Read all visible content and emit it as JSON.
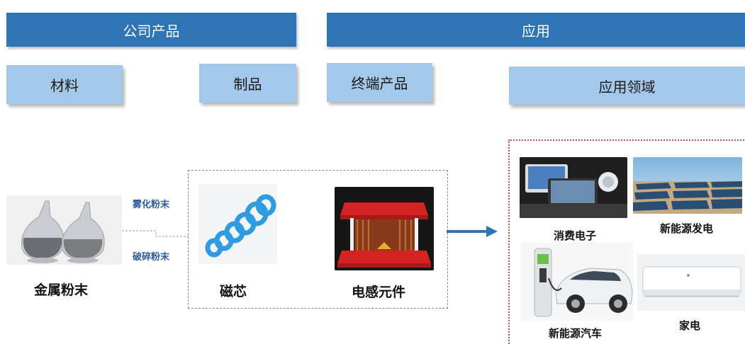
{
  "headers": {
    "company_products": "公司产品",
    "application": "应用"
  },
  "categories": {
    "materials": "材料",
    "products": "制品",
    "terminal_products": "终端产品",
    "application_fields": "应用领域"
  },
  "items": {
    "metal_powder": "金属粉末",
    "atomized_powder": "雾化粉末",
    "crushed_powder": "破碎粉末",
    "magnetic_core": "磁芯",
    "inductor": "电感元件"
  },
  "applications": {
    "consumer_electronics": "消费电子",
    "new_energy_power": "新能源发电",
    "new_energy_vehicle": "新能源汽车",
    "home_appliance": "家电"
  },
  "colors": {
    "header_blue": "#2f74b5",
    "sub_blue": "#a3c8ea",
    "arrow_blue": "#2e75b6",
    "red_dotted": "#c0504d"
  }
}
